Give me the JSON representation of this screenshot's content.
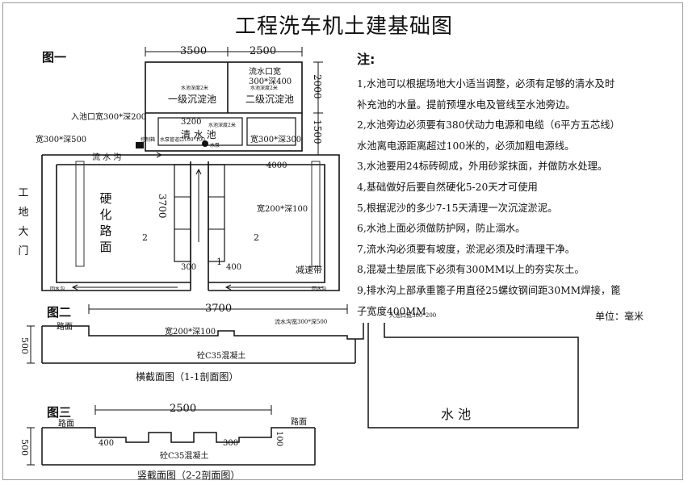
{
  "title": "工程洗车机土建基础图",
  "fig1": {
    "label": "图一",
    "dim_3500": "3500",
    "dim_2500": "2500",
    "dim_2000": "2000",
    "dim_1500": "1500",
    "dim_3200": "3200",
    "dim_3700": "3700",
    "dim_4000": "4000",
    "dim_300": "300",
    "dim_400": "400",
    "tank1_small": "水池深度2米",
    "tank1": "一级沉淀池",
    "tank2_small": "水池深度2米",
    "tank2": "二级沉淀池",
    "outlet": "流水口宽",
    "outlet_size": "300*深400",
    "inlet": "入池口宽300*深200",
    "clear_tank": "清 水 池",
    "clear_small": "水池深度2米",
    "size_300_300": "宽300*深300",
    "size_300_500": "宽300*深500",
    "control_box": "控制箱",
    "water_pipe": "水泵管道口100*100",
    "pump": "水泵",
    "ditch": "流 水 沟",
    "hard_road": [
      "硬",
      "化",
      "路",
      "面"
    ],
    "gate": [
      "工",
      "地",
      "大",
      "门"
    ],
    "section2_label": "2",
    "section1_label": "1",
    "size_200_100": "宽200*深100",
    "speed_bump": "减速带",
    "return_ditch_left": "回水沟",
    "return_ditch_right": "回水沟"
  },
  "fig2": {
    "label": "图二",
    "dim_3700": "3700",
    "road": "路面",
    "size_200_100": "宽200*深100",
    "ditch_size": "流水沟宽300*深500",
    "inlet_size": "入池口宽300*200",
    "dim_500": "500",
    "concrete": "砼C35混凝土",
    "caption": "横截面图（1-1剖面图）",
    "pool": "水 池"
  },
  "fig3": {
    "label": "图三",
    "dim_2500": "2500",
    "road_left": "路面",
    "road_right": "路面",
    "dim_400": "400",
    "dim_300": "300",
    "dim_100": "100",
    "dim_500": "500",
    "concrete": "砼C35混凝土",
    "caption": "竖截面图（2-2剖面图）"
  },
  "notes": {
    "title": "注:",
    "items": [
      "1,水池可以根据场地大小适当调整，必须有足够的清水及时",
      "补充池的水量。提前预埋水电及管线至水池旁边。",
      "2,水池旁边必须要有380伏动力电源和电缆（6平方五芯线）",
      "水池离电源距离超过100米的，必须加粗电源线。",
      "3,水池要用24标砖砌成，外用砂浆抹面，并做防水处理。",
      "4,基础做好后要自然硬化5-20天才可使用",
      "5,根据泥沙的多少7-15天清理一次沉淀淤泥。",
      "6,水池上面必须做防护网，防止溺水。",
      "7,流水沟必须要有坡度，淤泥必须及时清理干净。",
      "8,混凝土垫层底下必须有300MM以上的夯实灰土。",
      "9,排水沟上部承重篦子用直径25螺纹钢间距30MM焊接，篦",
      "子宽度400MM"
    ],
    "unit": "单位：毫米"
  }
}
